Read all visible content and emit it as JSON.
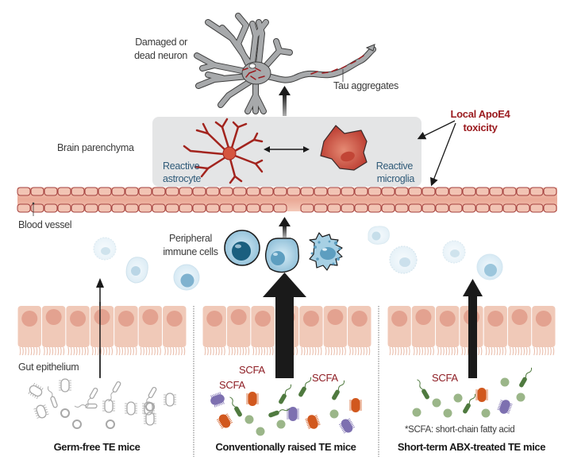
{
  "labels": {
    "neuron": [
      "Damaged or",
      "dead neuron"
    ],
    "tau": "Tau aggregates",
    "brain_parenchyma": "Brain parenchyma",
    "astrocyte": [
      "Reactive",
      "astrocyte"
    ],
    "microglia": [
      "Reactive",
      "microglia"
    ],
    "apoe4": [
      "Local ApoE4",
      "toxicity"
    ],
    "blood_vessel": "Blood vessel",
    "immune_cells": [
      "Peripheral",
      "immune cells"
    ],
    "gut_epithelium": "Gut epithelium",
    "scfa": "SCFA",
    "scfa_note": "*SCFA: short-chain fatty acid"
  },
  "panels": [
    {
      "title": "Germ-free TE mice",
      "arrow_strength": "thin"
    },
    {
      "title": "Conventionally raised TE mice",
      "arrow_strength": "thick"
    },
    {
      "title": "Short-term ABX-treated TE mice",
      "arrow_strength": "medium"
    }
  ],
  "colors": {
    "neuron_fill": "#a7a9ab",
    "tau": "#9b1b1f",
    "parenchyma_box": "#e4e5e6",
    "glia_red": "#c8463a",
    "vessel_fill": "#f2c4b4",
    "vessel_stroke": "#a4413e",
    "epithelium": "#f0c9b8",
    "epithelium_nucleus": "#e3a290",
    "immune_blue": "#9cc7de",
    "immune_dark": "#1a5f7f",
    "bacteria_orange": "#d1581e",
    "bacteria_purple": "#7d70b0",
    "bacteria_green": "#4f7a3f",
    "scfa_green": "#9bb689",
    "apoe4_red": "#9b1b1f"
  }
}
